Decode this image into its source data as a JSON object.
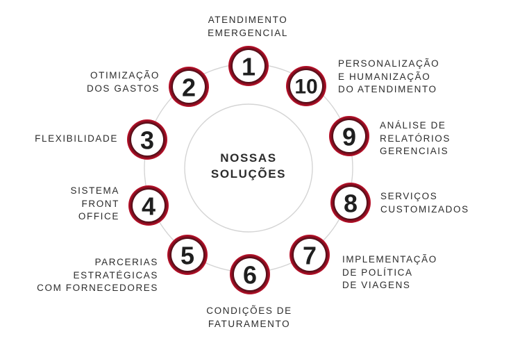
{
  "center_label": [
    "NOSSAS",
    "SOLUÇÕES"
  ],
  "colors": {
    "ring_outer": "#c2102a",
    "ring_inner": "#4a0d16",
    "number": "#1f1f1f",
    "big_circle": "#d4d4d4",
    "label_text": "#2b2b2b"
  },
  "items": [
    {
      "number": "1",
      "label": "ATENDIMENTO\nEMERGENCIAL"
    },
    {
      "number": "2",
      "label": "OTIMIZAÇÃO\nDOS GASTOS"
    },
    {
      "number": "3",
      "label": "FLEXIBILIDADE"
    },
    {
      "number": "4",
      "label": "SISTEMA\nFRONT\nOFFICE"
    },
    {
      "number": "5",
      "label": "PARCERIAS\nESTRATÉGICAS\nCOM FORNECEDORES"
    },
    {
      "number": "6",
      "label": "CONDIÇÕES DE\nFATURAMENTO"
    },
    {
      "number": "7",
      "label": "IMPLEMENTAÇÃO\nDE POLÍTICA\nDE VIAGENS"
    },
    {
      "number": "8",
      "label": "SERVIÇOS\nCUSTOMIZADOS"
    },
    {
      "number": "9",
      "label": "ANÁLISE DE\nRELATÓRIOS\nGERENCIAIS"
    },
    {
      "number": "10",
      "label": "PERSONALIZAÇÃO\nE HUMANIZAÇÃO\nDO ATENDIMENTO"
    }
  ]
}
